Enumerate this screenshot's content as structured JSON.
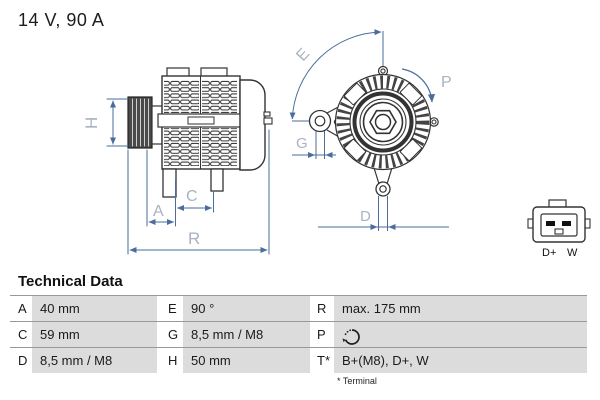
{
  "product": {
    "rating": "14 V, 90 A"
  },
  "diagram": {
    "dimension_labels": {
      "H": "H",
      "A": "A",
      "C": "C",
      "R": "R",
      "E": "E",
      "G": "G",
      "D": "D",
      "P": "P"
    },
    "connector_labels": {
      "dplus": "D+",
      "w": "W"
    },
    "colors": {
      "dimension_line": "#4a6d9e",
      "dimension_label": "#a9b2c3",
      "drawing_stroke": "#333333"
    }
  },
  "table": {
    "title": "Technical Data",
    "rows": [
      {
        "cells": [
          {
            "key": "A",
            "value": "40 mm"
          },
          {
            "key": "E",
            "value": "90 °"
          },
          {
            "key": "R",
            "value": "max. 175 mm"
          }
        ]
      },
      {
        "cells": [
          {
            "key": "C",
            "value": "59 mm"
          },
          {
            "key": "G",
            "value": "8,5 mm / M8"
          },
          {
            "key": "P",
            "value": "",
            "icon": "rotation-direction-icon"
          }
        ]
      },
      {
        "cells": [
          {
            "key": "D",
            "value": "8,5 mm / M8"
          },
          {
            "key": "H",
            "value": "50 mm"
          },
          {
            "key": "T*",
            "value": "B+(M8), D+, W"
          }
        ]
      }
    ],
    "footnote": "* Terminal"
  }
}
